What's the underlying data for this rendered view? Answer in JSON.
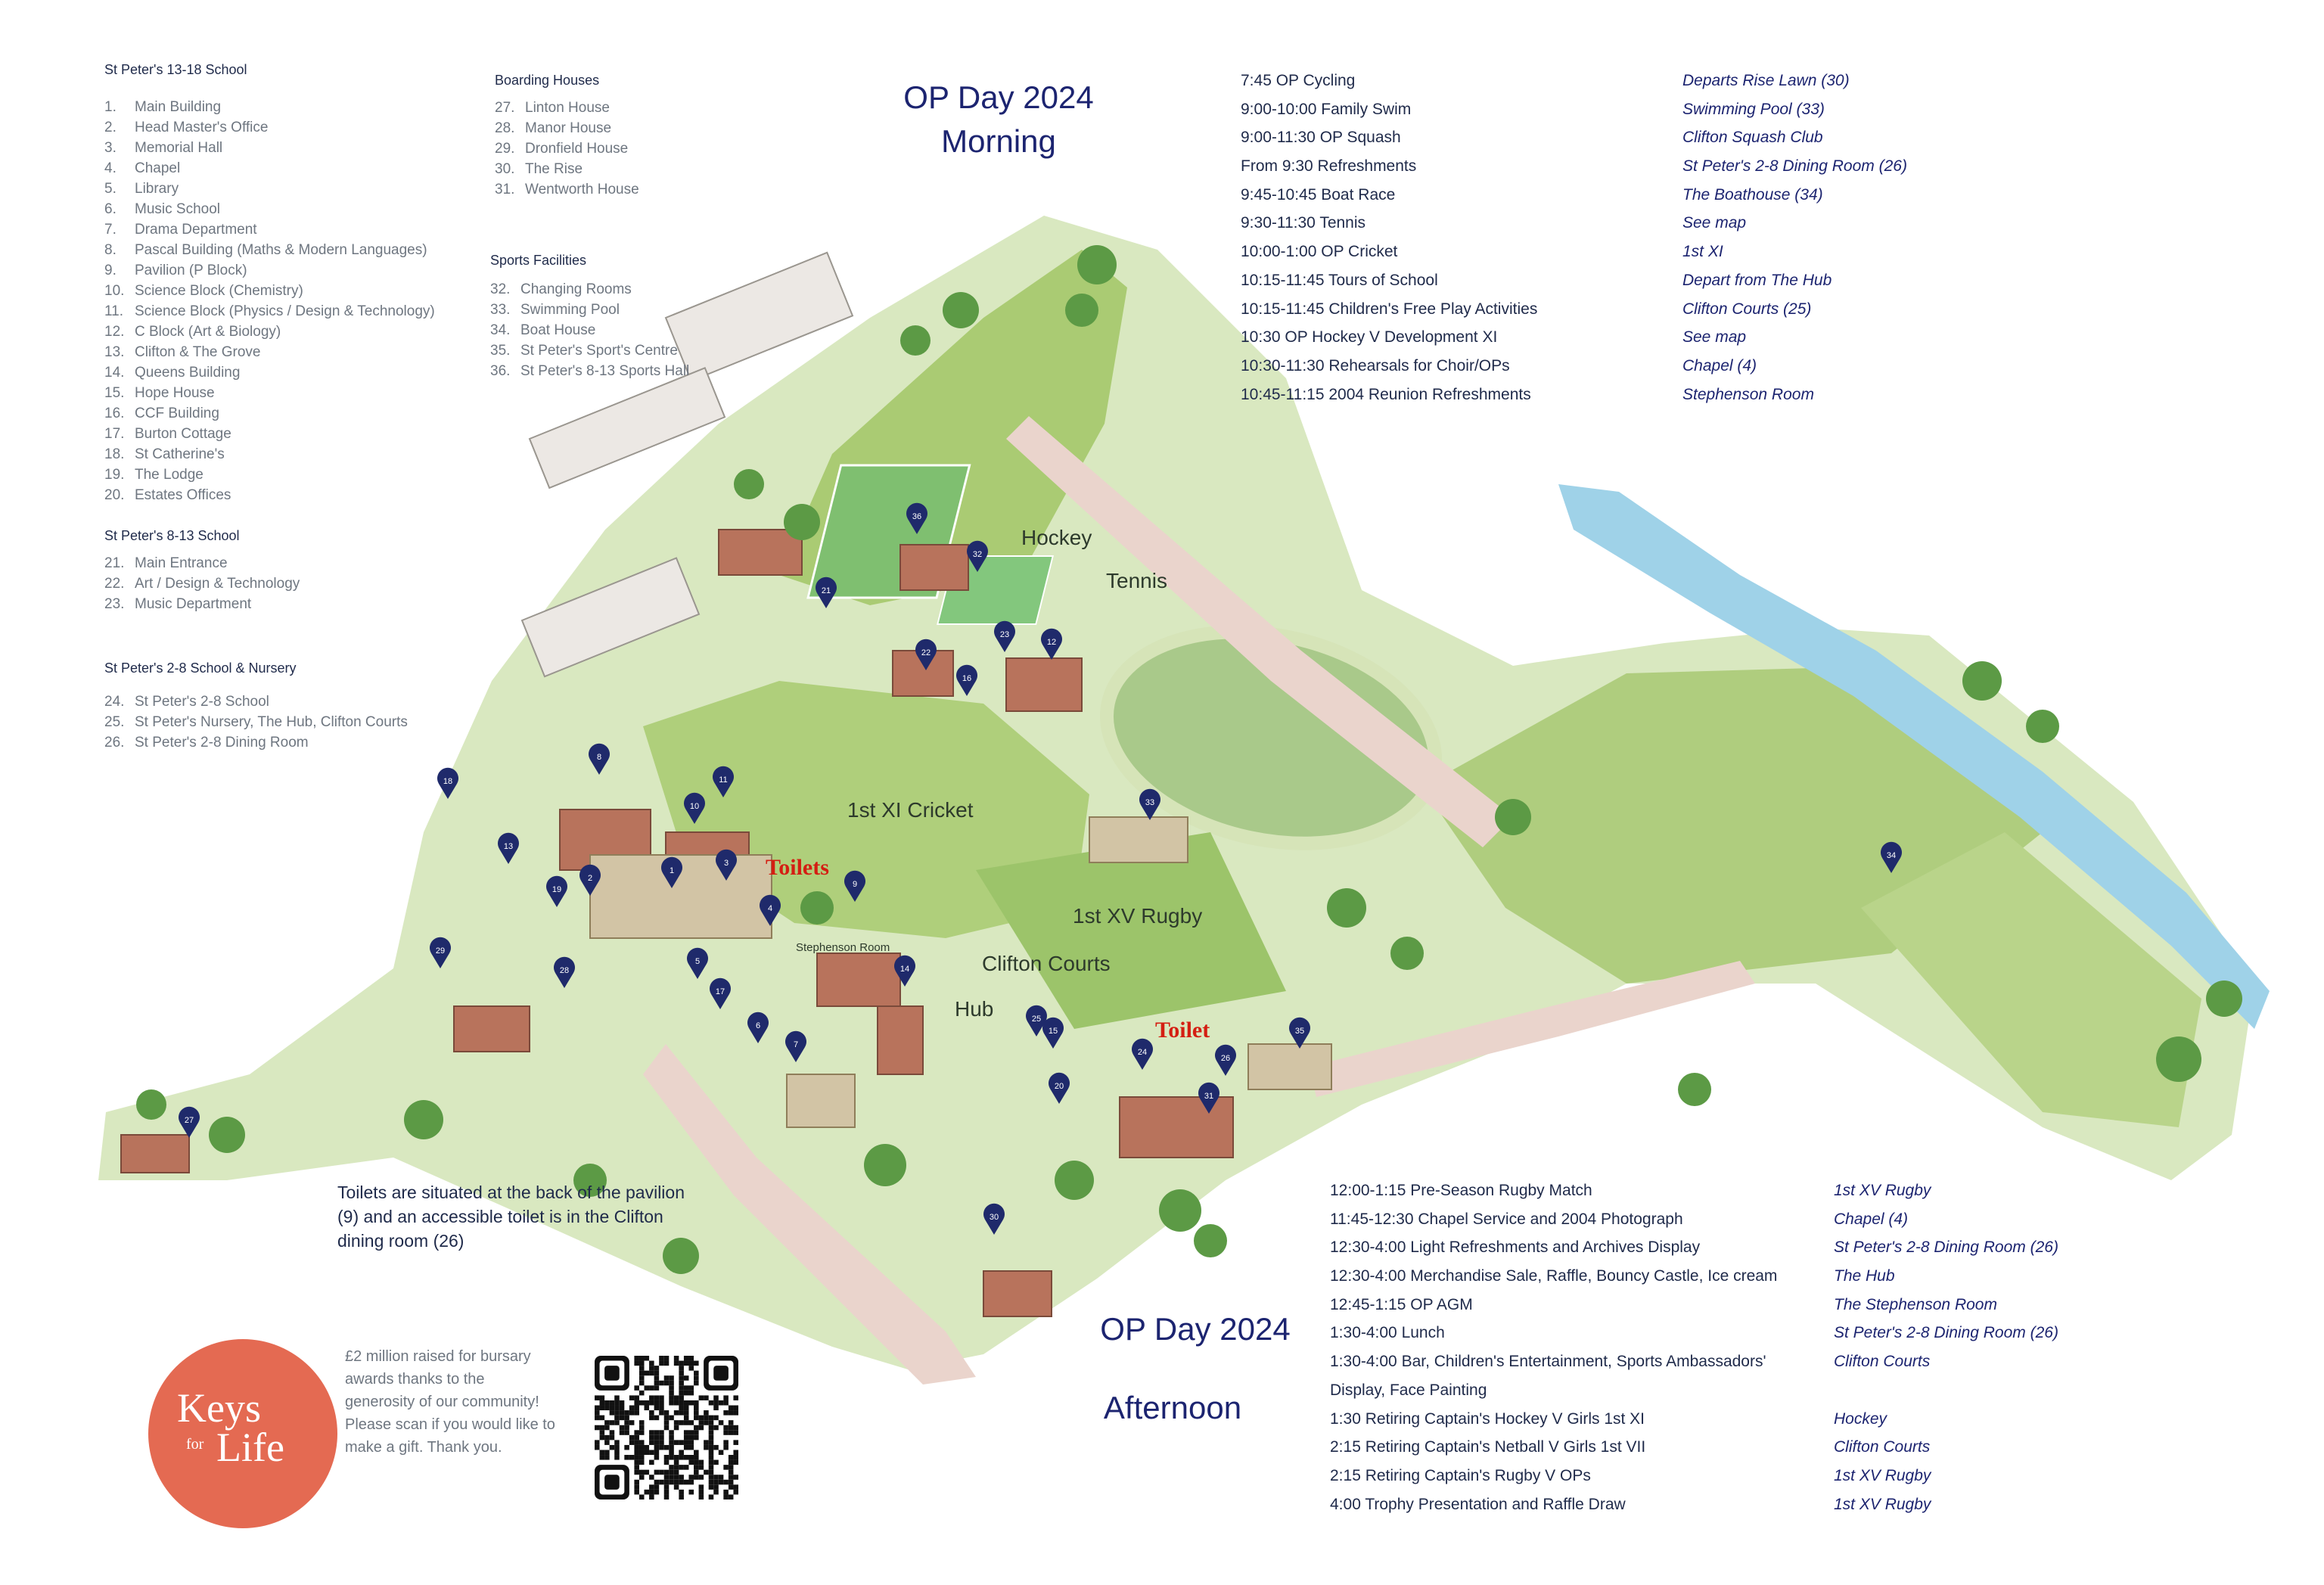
{
  "legend": {
    "school_13_18": {
      "heading": "St Peter's 13-18 School",
      "items": [
        {
          "n": "1.",
          "label": "Main Building"
        },
        {
          "n": "2.",
          "label": "Head Master's Office"
        },
        {
          "n": "3.",
          "label": "Memorial Hall"
        },
        {
          "n": "4.",
          "label": "Chapel"
        },
        {
          "n": "5.",
          "label": "Library"
        },
        {
          "n": "6.",
          "label": "Music School"
        },
        {
          "n": "7.",
          "label": "Drama Department"
        },
        {
          "n": "8.",
          "label": "Pascal Building (Maths & Modern Languages)"
        },
        {
          "n": "9.",
          "label": "Pavilion (P Block)"
        },
        {
          "n": "10.",
          "label": "Science Block (Chemistry)"
        },
        {
          "n": "11.",
          "label": "Science Block (Physics / Design & Technology)"
        },
        {
          "n": "12.",
          "label": "C Block (Art & Biology)"
        },
        {
          "n": "13.",
          "label": "Clifton & The Grove"
        },
        {
          "n": "14.",
          "label": "Queens Building"
        },
        {
          "n": "15.",
          "label": "Hope House"
        },
        {
          "n": "16.",
          "label": "CCF Building"
        },
        {
          "n": "17.",
          "label": "Burton Cottage"
        },
        {
          "n": "18.",
          "label": "St Catherine's"
        },
        {
          "n": "19.",
          "label": "The Lodge"
        },
        {
          "n": "20.",
          "label": "Estates Offices"
        }
      ]
    },
    "school_8_13": {
      "heading": "St Peter's 8-13 School",
      "items": [
        {
          "n": "21.",
          "label": "Main Entrance"
        },
        {
          "n": "22.",
          "label": "Art / Design & Technology"
        },
        {
          "n": "23.",
          "label": "Music Department"
        }
      ]
    },
    "school_2_8": {
      "heading": "St Peter's 2-8 School & Nursery",
      "items": [
        {
          "n": "24.",
          "label": "St Peter's 2-8 School"
        },
        {
          "n": "25.",
          "label": "St Peter's Nursery, The Hub, Clifton Courts"
        },
        {
          "n": "26.",
          "label": "St Peter's 2-8 Dining Room"
        }
      ]
    },
    "boarding": {
      "heading": "Boarding Houses",
      "items": [
        {
          "n": "27.",
          "label": "Linton House"
        },
        {
          "n": "28.",
          "label": "Manor House"
        },
        {
          "n": "29.",
          "label": "Dronfield House"
        },
        {
          "n": "30.",
          "label": "The Rise"
        },
        {
          "n": "31.",
          "label": "Wentworth House"
        }
      ]
    },
    "sports": {
      "heading": "Sports Facilities",
      "items": [
        {
          "n": "32.",
          "label": "Changing Rooms"
        },
        {
          "n": "33.",
          "label": "Swimming Pool"
        },
        {
          "n": "34.",
          "label": "Boat House"
        },
        {
          "n": "35.",
          "label": "St Peter's Sport's Centre"
        },
        {
          "n": "36.",
          "label": "St Peter's 8-13 Sports Hall"
        }
      ]
    }
  },
  "morning": {
    "title_line1": "OP Day 2024",
    "title_line2": "Morning",
    "events": [
      "7:45 OP Cycling",
      "9:00-10:00 Family Swim",
      "9:00-11:30 OP Squash",
      "From 9:30 Refreshments",
      "9:45-10:45 Boat Race",
      "9:30-11:30 Tennis",
      "10:00-1:00 OP Cricket",
      "10:15-11:45 Tours of School",
      "10:15-11:45 Children's Free Play Activities",
      "10:30 OP Hockey V Development XI",
      "10:30-11:30 Rehearsals for Choir/OPs",
      "10:45-11:15 2004 Reunion Refreshments"
    ],
    "locations": [
      "Departs Rise Lawn (30)",
      "Swimming Pool (33)",
      "Clifton Squash Club",
      "St Peter's 2-8 Dining Room (26)",
      "The Boathouse (34)",
      "See map",
      "1st XI",
      "Depart from The Hub",
      "Clifton Courts (25)",
      "See map",
      "Chapel (4)",
      "Stephenson Room"
    ]
  },
  "afternoon": {
    "title_line1": "OP Day 2024",
    "title_line2": "Afternoon",
    "events": [
      "12:00-1:15 Pre-Season Rugby Match",
      "11:45-12:30 Chapel Service and 2004 Photograph",
      "12:30-4:00 Light Refreshments and Archives Display",
      "12:30-4:00 Merchandise Sale, Raffle, Bouncy Castle, Ice cream",
      "12:45-1:15 OP AGM",
      "1:30-4:00 Lunch",
      "1:30-4:00 Bar, Children's Entertainment, Sports Ambassadors'",
      "Display, Face Painting",
      "1:30 Retiring Captain's Hockey V Girls 1st XI",
      "2:15 Retiring Captain's Netball V Girls 1st VII",
      "2:15 Retiring Captain's Rugby V OPs",
      "4:00 Trophy Presentation and Raffle Draw"
    ],
    "locations": [
      "1st XV Rugby",
      "Chapel (4)",
      "St Peter's 2-8 Dining Room (26)",
      "The Hub",
      "The Stephenson Room",
      "St Peter's 2-8 Dining Room (26)",
      "Clifton Courts",
      "",
      "Hockey",
      "Clifton Courts",
      "1st XV Rugby",
      "1st XV Rugby"
    ]
  },
  "map_labels": {
    "hockey": "Hockey",
    "tennis": "Tennis",
    "cricket": "1st XI Cricket",
    "rugby": "1st XV Rugby",
    "clifton_courts": "Clifton Courts",
    "hub": "Hub",
    "stephenson": "Stephenson Room",
    "toilets": "Toilets",
    "toilet": "Toilet"
  },
  "toilet_note": "Toilets are situated at the back of the pavilion (9) and an accessible toilet is in the Clifton dining room (26)",
  "promo": {
    "logo_line1": "Keys",
    "logo_for": "for",
    "logo_line2": "Life",
    "text": "£2 million raised for bursary awards thanks to the generosity of our community! Please scan if you would like to make a gift. Thank you."
  },
  "pins": [
    "1",
    "2",
    "3",
    "4",
    "5",
    "6",
    "7",
    "8",
    "9",
    "10",
    "11",
    "12",
    "13",
    "14",
    "15",
    "16",
    "17",
    "18",
    "19",
    "20",
    "21",
    "22",
    "23",
    "24",
    "25",
    "26",
    "27",
    "28",
    "29",
    "30",
    "31",
    "32",
    "33",
    "34",
    "35",
    "36"
  ],
  "colors": {
    "title_navy": "#1c2470",
    "pin_navy": "#1f2a6b",
    "grass": "#b9d48a",
    "river": "#9fd2e8",
    "toilet_red": "#d41e12",
    "logo_coral": "#e46a52"
  }
}
